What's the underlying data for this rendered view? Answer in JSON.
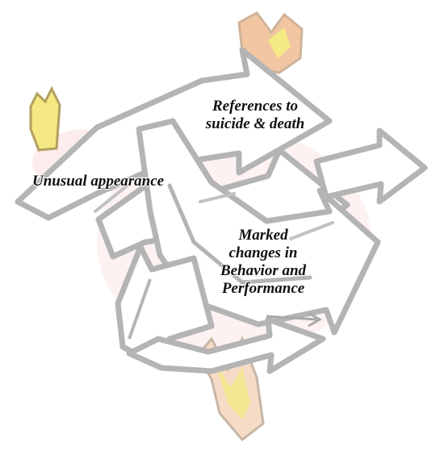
{
  "labels": {
    "references": [
      "References to",
      "suicide & death"
    ],
    "appearance": "Unusual appearance",
    "changes": [
      "Marked",
      "changes in",
      "Behavior and",
      "Performance"
    ]
  },
  "colors": {
    "arrow_gray": "#b4b4b4",
    "arrow_fill": "#ffffff",
    "accent_peach": "#f6d2b4",
    "accent_yellow": "#f3ea86",
    "accent_pink": "#fbe4e4",
    "text": "#111111"
  }
}
